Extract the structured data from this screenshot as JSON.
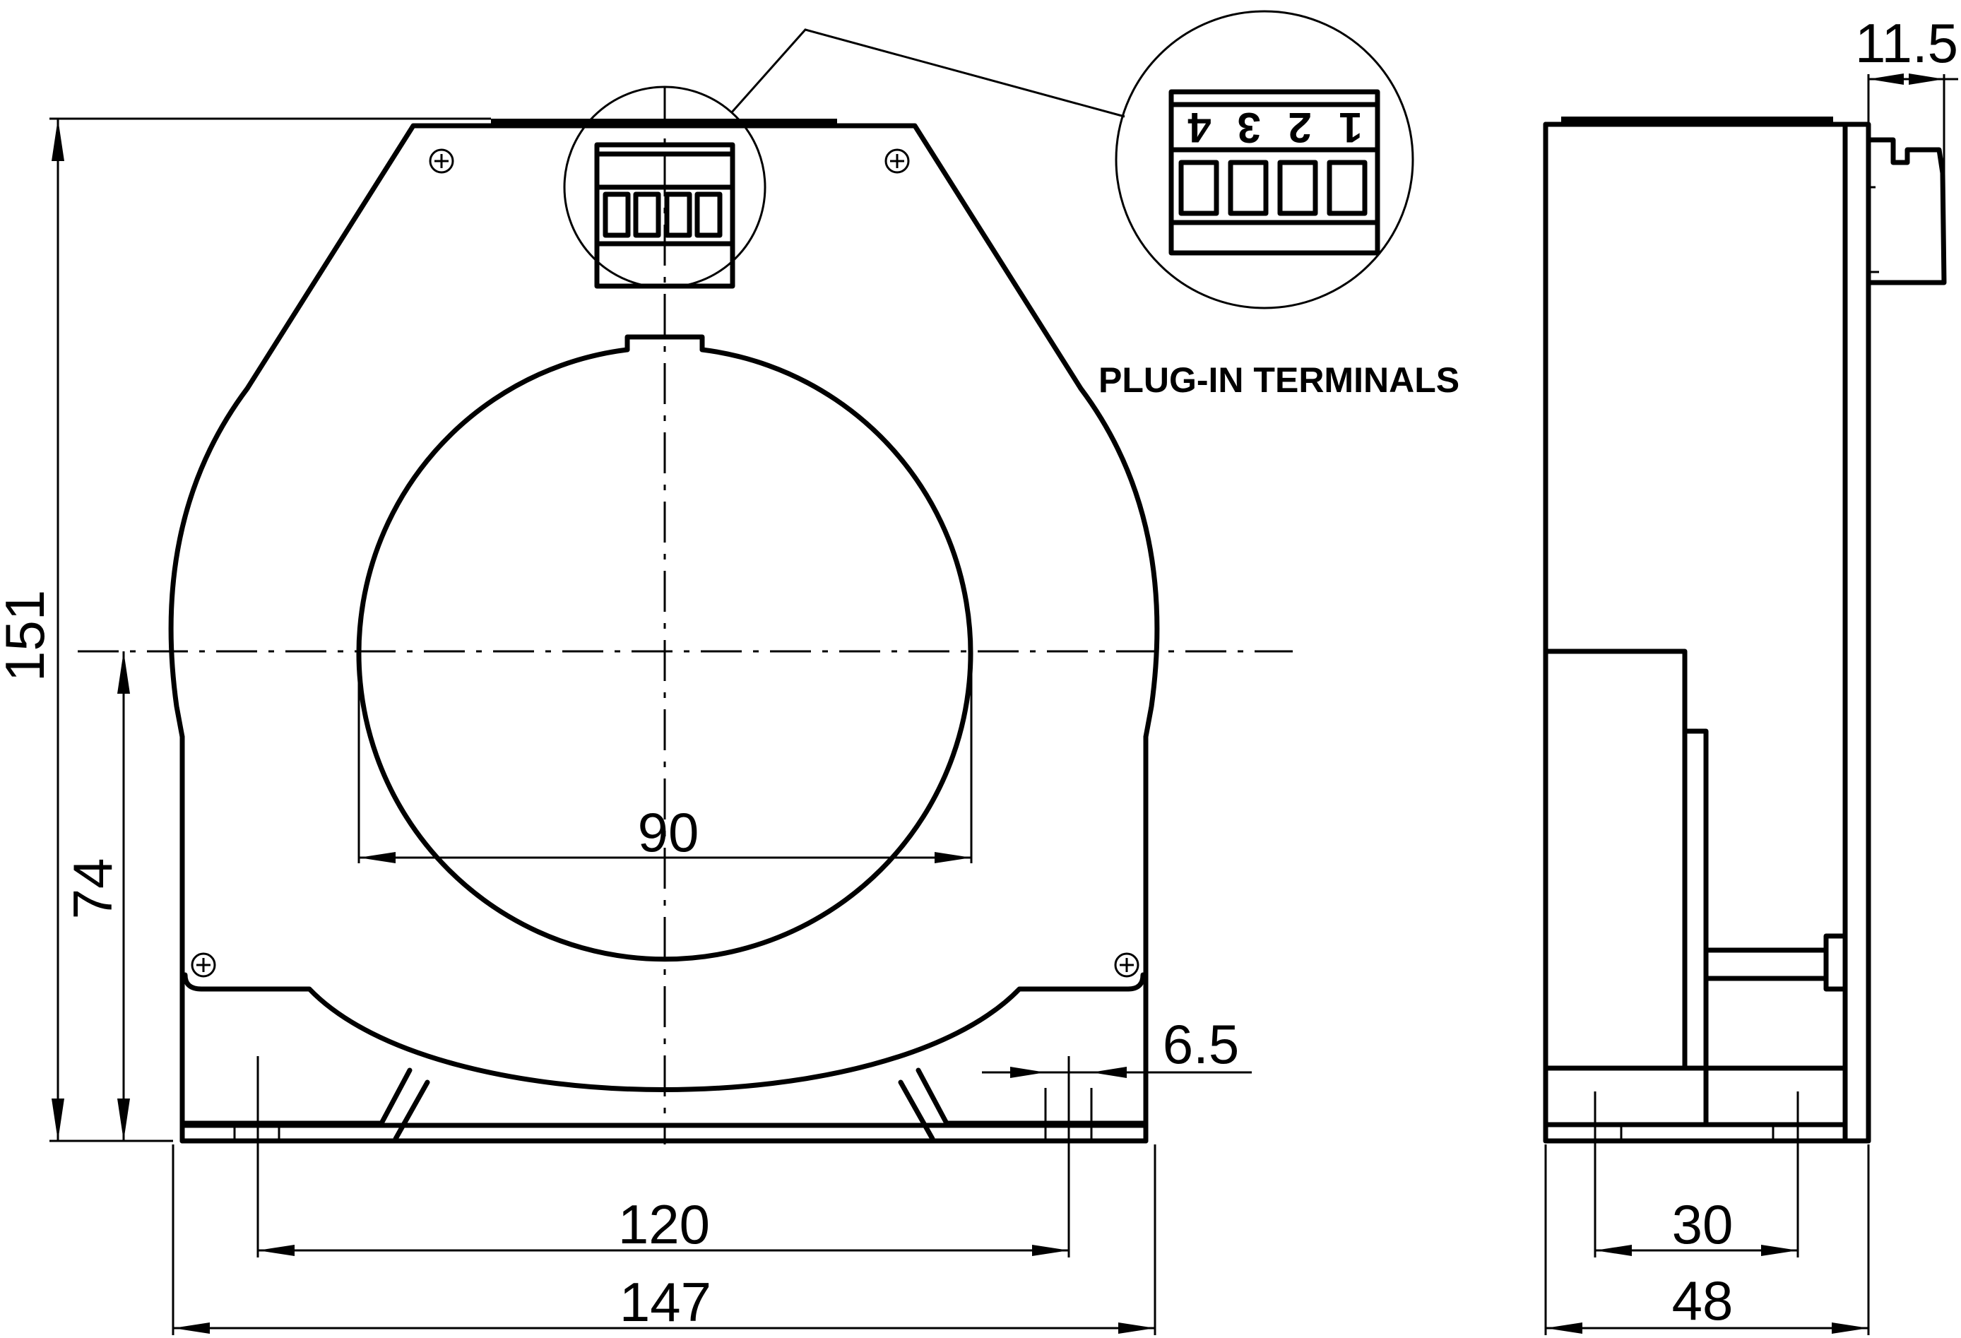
{
  "front_view": {
    "terminal_detail_caption": "PLUG-IN TERMINALS",
    "terminal_numbers": [
      "1",
      "2",
      "3",
      "4"
    ],
    "dimensions": {
      "total_height": "151",
      "center_height": "74",
      "aperture_diameter": "90",
      "mounting_hole": "6.5",
      "hole_spacing": "120",
      "total_width": "147"
    }
  },
  "side_view": {
    "dimensions": {
      "terminal_depth": "11.5",
      "foot_spacing": "30",
      "total_depth": "48"
    }
  },
  "colors": {
    "line": "#000000",
    "background": "#ffffff"
  }
}
